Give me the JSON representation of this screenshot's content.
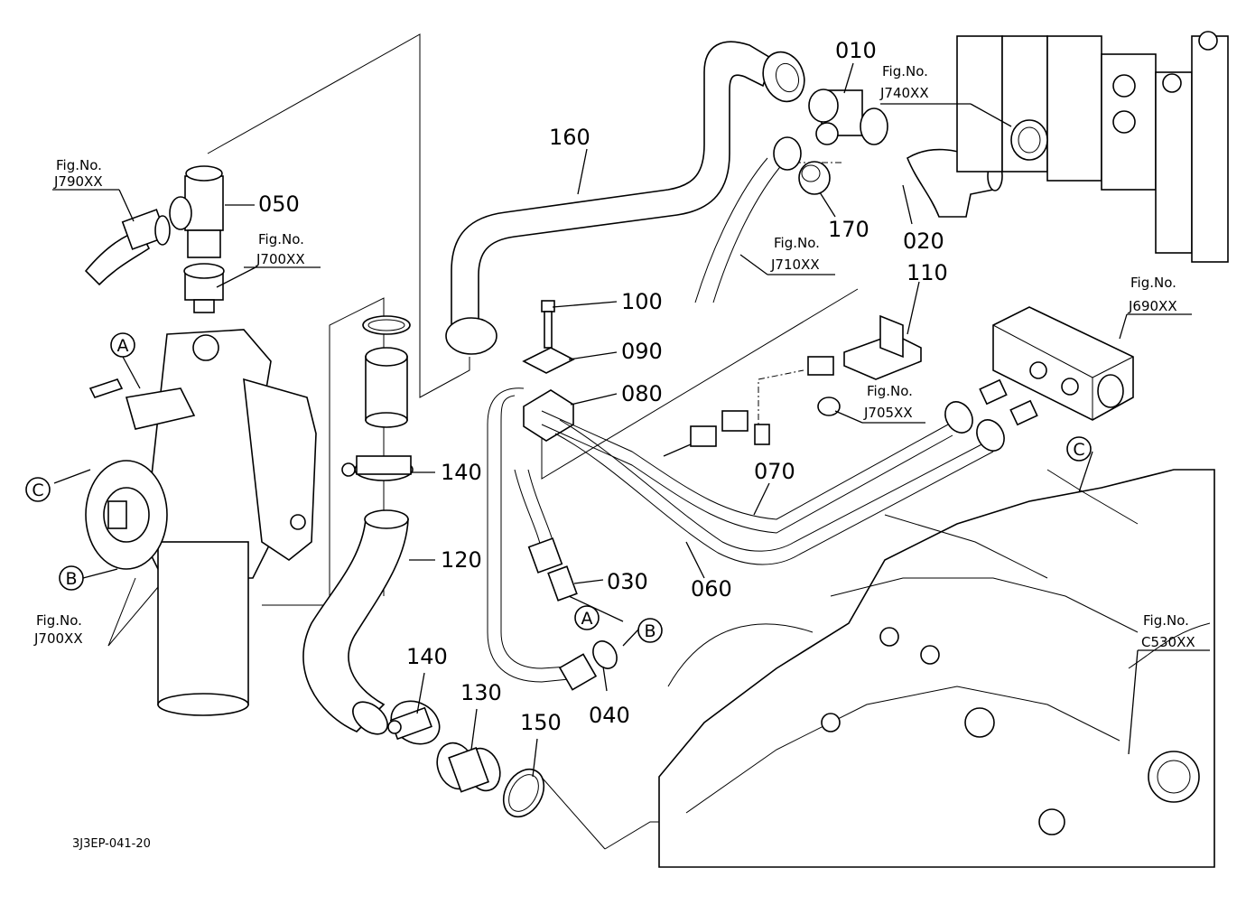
{
  "part_numbers": {
    "p010": "010",
    "p020": "020",
    "p030": "030",
    "p040": "040",
    "p050": "050",
    "p060": "060",
    "p070": "070",
    "p080": "080",
    "p090": "090",
    "p100": "100",
    "p110": "110",
    "p120": "120",
    "p130": "130",
    "p140a": "140",
    "p140b": "140",
    "p150": "150",
    "p160": "160",
    "p170": "170"
  },
  "figure_refs": {
    "j790": {
      "label": "Fig.No.",
      "code": "J790XX"
    },
    "j700_top": {
      "label": "Fig.No.",
      "code": "J700XX"
    },
    "j700_bottom": {
      "label": "Fig.No.",
      "code": "J700XX"
    },
    "j740": {
      "label": "Fig.No.",
      "code": "J740XX"
    },
    "j710": {
      "label": "Fig.No.",
      "code": "J710XX"
    },
    "j690": {
      "label": "Fig.No.",
      "code": "J690XX"
    },
    "j705": {
      "label": "Fig.No.",
      "code": "J705XX"
    },
    "c530": {
      "label": "Fig.No.",
      "code": "C530XX"
    }
  },
  "callouts": {
    "a_left": "A",
    "b_left": "B",
    "c_left": "C",
    "a_right": "A",
    "b_right": "B",
    "c_right": "C"
  },
  "drawing_code": "3J3EP-041-20"
}
